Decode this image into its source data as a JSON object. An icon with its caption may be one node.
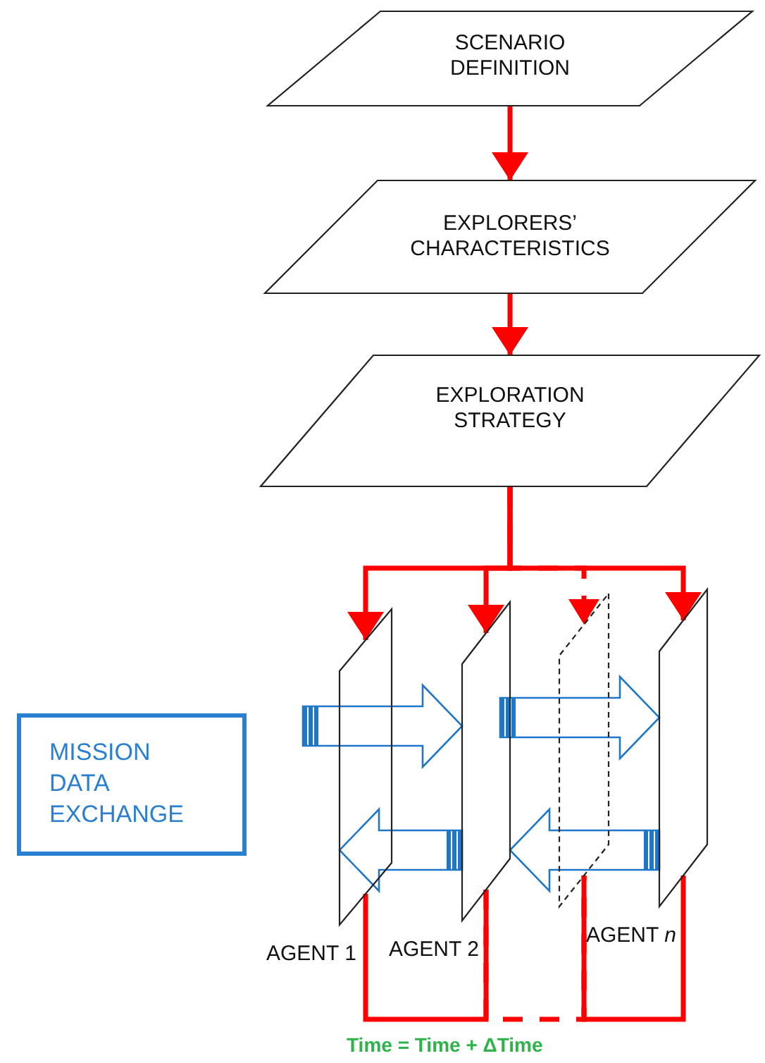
{
  "diagram": {
    "nodes": [
      {
        "text": [
          "SCENARIO DEFINITION"
        ]
      },
      {
        "text": [
          "EXPLORERS’ CHARACTERISTICS"
        ]
      },
      {
        "text": [
          "EXPLORATION STRATEGY"
        ]
      },
      {
        "text": [
          "MISSION DATA EXCHANGE"
        ]
      },
      {
        "text": [
          "AGENT 1"
        ]
      },
      {
        "text": [
          "AGENT 2"
        ]
      },
      {
        "text": [],
        "shape": "parallelogram"
      },
      {
        "text": [
          "AGENT *n*"
        ]
      }
    ],
    "edges": [
      {
        "from": 0,
        "to": 1,
        "arrow": "to"
      },
      {
        "from": 1,
        "to": 2,
        "arrow": "to"
      },
      {
        "from": 2,
        "to": 4,
        "arrow": "to"
      },
      {
        "from": 2,
        "to": 5,
        "arrow": "to"
      },
      {
        "from": 2,
        "to": 6,
        "arrow": "to",
        "style": "dashed"
      },
      {
        "from": 2,
        "to": 7,
        "arrow": "to"
      },
      {
        "from": 4,
        "to": 5,
        "arrow": "to",
        "style": "thick",
        "color": "#1f77c9"
      },
      {
        "from": 5,
        "to": 4,
        "arrow": "to",
        "style": "thick",
        "color": "#1f77c9"
      },
      {
        "from": 5,
        "to": 7,
        "arrow": "to",
        "style": "thick",
        "color": "#1f77c9"
      },
      {
        "from": 7,
        "to": 5,
        "arrow": "to",
        "style": "thick",
        "color": "#1f77c9"
      },
      {
        "from": 4,
        "to": 5,
        "arrow": "none"
      },
      {
        "from": 5,
        "to": 6,
        "arrow": "none",
        "style": "dashed"
      },
      {
        "from": 6,
        "to": 7,
        "arrow": "none"
      }
    ],
    "labels": [
      "Time = Time  + ΔTime"
    ]
  }
}
